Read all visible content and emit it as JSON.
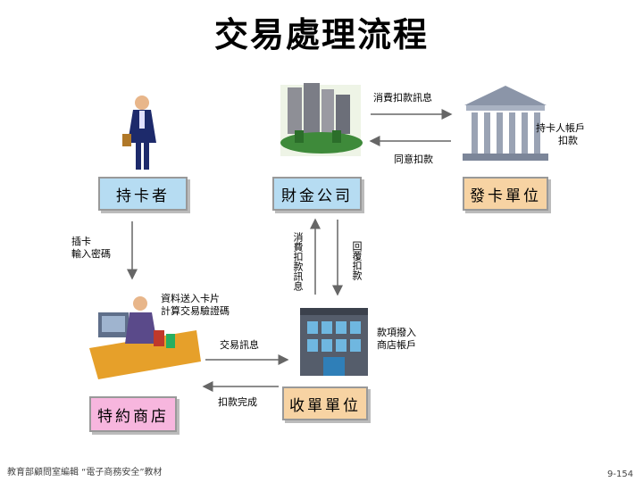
{
  "title": "交易處理流程",
  "nodes": {
    "cardholder": "持卡者",
    "finance": "財金公司",
    "issuer": "發卡單位",
    "merchant": "特約商店",
    "acquirer": "收單單位"
  },
  "labels": {
    "debit_msg": "消費扣款訊息",
    "account_debit_1": "持卡人帳戶",
    "account_debit_2": "扣款",
    "agree_debit": "同意扣款",
    "insert_card_1": "插卡",
    "insert_card_2": "輸入密碼",
    "vertical_debit": "消費扣款訊息",
    "vertical_reply": "回覆扣款",
    "send_card_1": "資料送入卡片",
    "send_card_2": "計算交易驗證碼",
    "trade_msg": "交易訊息",
    "deposit_1": "款項撥入",
    "deposit_2": "商店帳戶",
    "debit_done": "扣款完成"
  },
  "footer": {
    "source": "教育部顧問室編輯 “電子商務安全”教材",
    "page": "9-154"
  },
  "colors": {
    "blue_box": "#b6dcf2",
    "orange_box": "#f7d3a3",
    "pink_box": "#f7b6de"
  }
}
